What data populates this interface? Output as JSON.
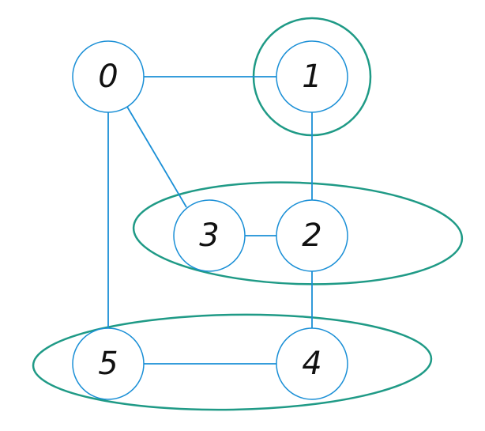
{
  "colors": {
    "node_stroke": "#1a8fd6",
    "edge_stroke": "#1a8fd6",
    "group_stroke": "#1f9a86",
    "label_fill": "#111111",
    "background": "#ffffff"
  },
  "nodes": [
    {
      "id": "0",
      "label": "0"
    },
    {
      "id": "1",
      "label": "1"
    },
    {
      "id": "2",
      "label": "2"
    },
    {
      "id": "3",
      "label": "3"
    },
    {
      "id": "4",
      "label": "4"
    },
    {
      "id": "5",
      "label": "5"
    }
  ],
  "edges": [
    {
      "from": "0",
      "to": "1"
    },
    {
      "from": "0",
      "to": "3"
    },
    {
      "from": "0",
      "to": "5"
    },
    {
      "from": "1",
      "to": "2"
    },
    {
      "from": "3",
      "to": "2"
    },
    {
      "from": "2",
      "to": "4"
    },
    {
      "from": "5",
      "to": "4"
    }
  ],
  "groups": [
    {
      "id": "group-1",
      "members": [
        "1"
      ]
    },
    {
      "id": "group-2-3",
      "members": [
        "3",
        "2"
      ]
    },
    {
      "id": "group-4-5",
      "members": [
        "5",
        "4"
      ]
    }
  ]
}
